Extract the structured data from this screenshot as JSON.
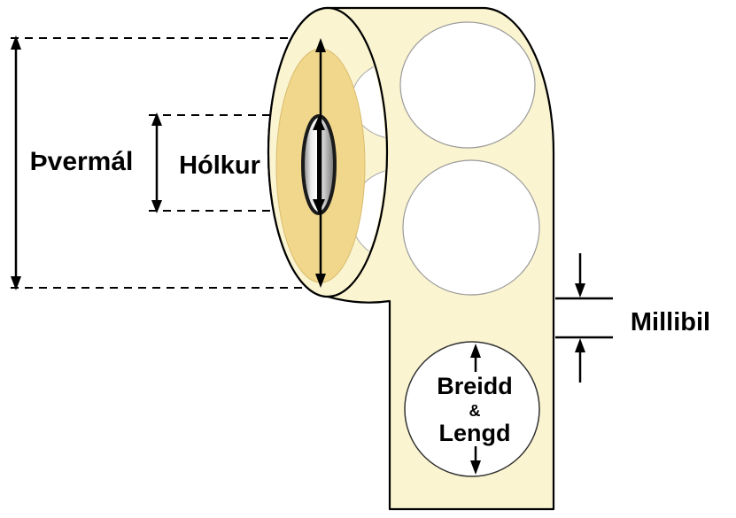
{
  "diagram": {
    "labels": {
      "diameter": "Þvermál",
      "core": "Hólkur",
      "gap": "Millibil",
      "sticker_line1": "Breidd",
      "sticker_line2": "&",
      "sticker_line3": "Lengd"
    },
    "colors": {
      "paper_cream": "#FAF4D1",
      "core_ring_tan": "#F1D78C",
      "label_white": "#FFFFFF",
      "outline_black": "#000000",
      "label_outline_gray": "#999999",
      "core_silver": "#C8C8C8"
    }
  }
}
